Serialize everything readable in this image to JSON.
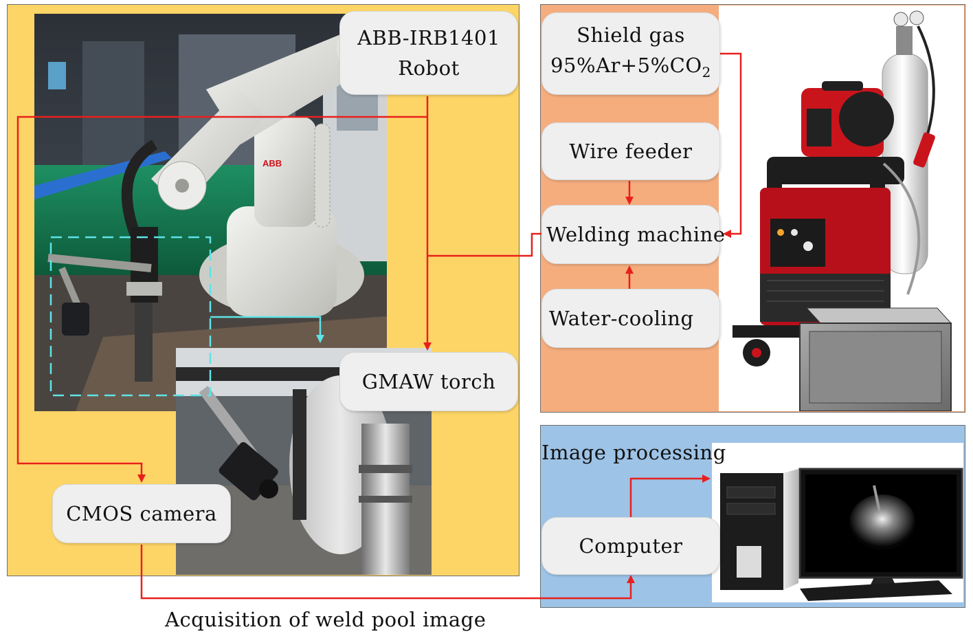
{
  "boxes": {
    "robot_line1": "ABB-IRB1401",
    "robot_line2": "Robot",
    "gmaw_torch": "GMAW torch",
    "cmos_camera": "CMOS camera",
    "shield_gas_line1": "Shield gas",
    "shield_gas_prefix": "95%Ar+5%CO",
    "shield_gas_subscript": "2",
    "wire_feeder": "Wire feeder",
    "welding_machine": "Welding machine",
    "water_cooling": "Water-cooling",
    "computer": "Computer"
  },
  "labels": {
    "image_processing": "Image processing",
    "caption": "Acquisition of weld pool image"
  },
  "photo_text": {
    "abb_logo": "ABB"
  },
  "colors": {
    "left_panel": "#fdd566",
    "welding_panel": "#f5ad7e",
    "computer_panel": "#9dc3e6",
    "arrow": "#e8201c",
    "dashed_roi": "#5fe3e8",
    "welder_red": "#c9141c"
  }
}
